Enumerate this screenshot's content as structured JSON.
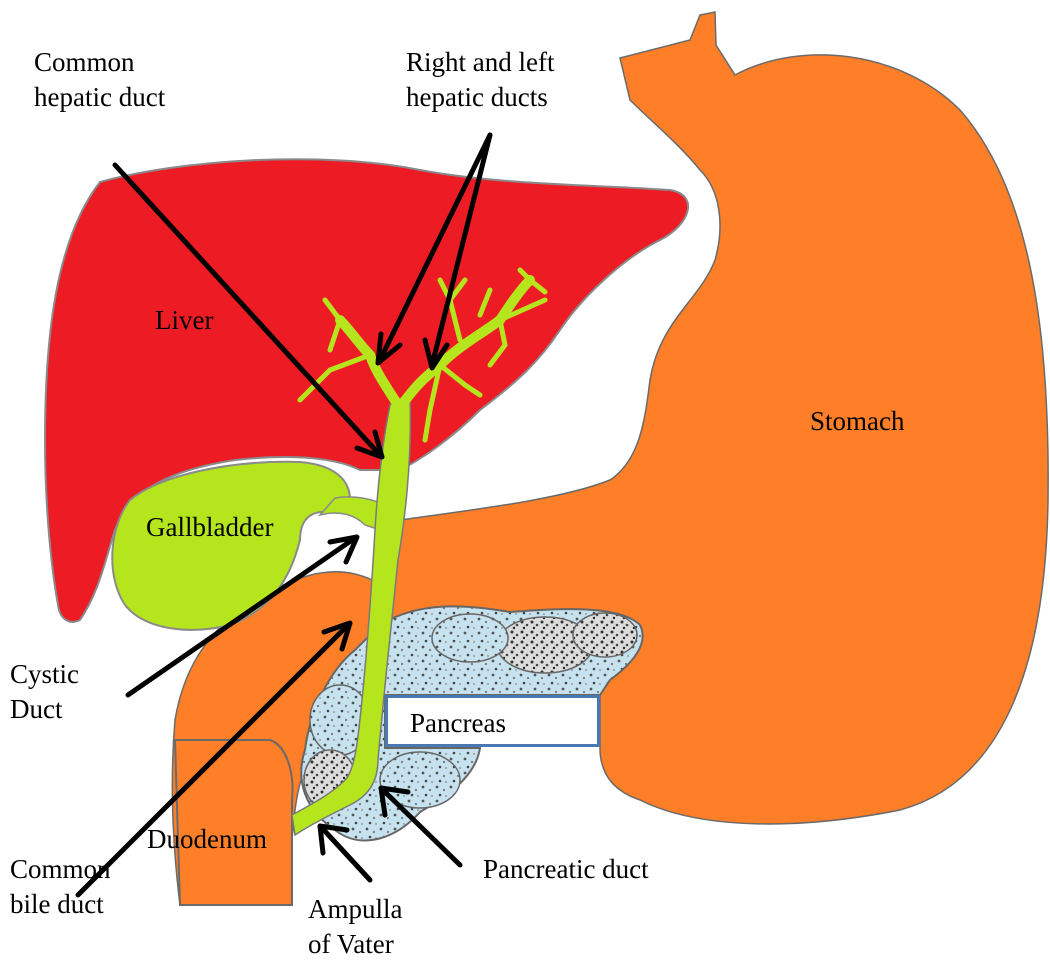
{
  "colors": {
    "liver": "#ed1c24",
    "stomach": "#fe7f27",
    "duodenum": "#fe7f27",
    "bile_ducts": "#b5e61d",
    "pancreas_fill": "#c6e2ee",
    "pancreas_texture": "#555555",
    "outline": "#7a7a7a",
    "arrow": "#000000",
    "label_box_border": "#4a78b0"
  },
  "labels": {
    "common_hepatic_duct": [
      "Common",
      "hepatic duct"
    ],
    "right_left_hepatic_ducts": [
      "Right and left",
      "hepatic ducts"
    ],
    "liver": "Liver",
    "stomach": "Stomach",
    "gallbladder": "Gallbladder",
    "cystic_duct": [
      "Cystic",
      "Duct"
    ],
    "pancreas": "Pancreas",
    "duodenum": "Duodenum",
    "common_bile_duct": [
      "Common",
      "bile duct"
    ],
    "pancreatic_duct": "Pancreatic duct",
    "ampulla_of_vater": [
      "Ampulla",
      "of Vater"
    ]
  }
}
